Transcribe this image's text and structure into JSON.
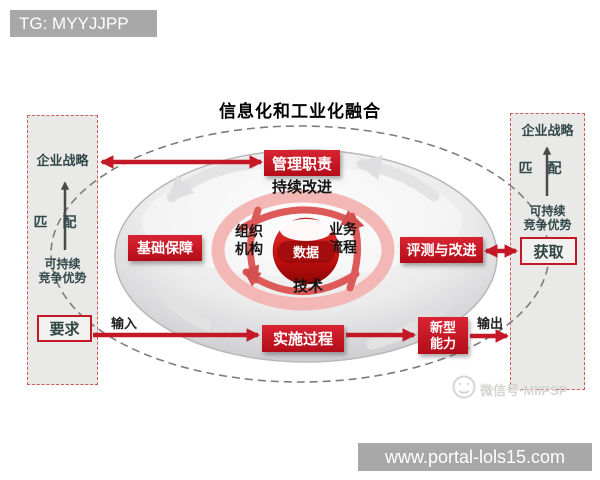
{
  "top_banner": {
    "text": "TG: MYYJJPP"
  },
  "title": "信息化和工业化融合",
  "left_panel": {
    "strategy": "企业战略",
    "match": "匹配",
    "advantage_line1": "可持续",
    "advantage_line2": "竞争优势",
    "requirement": "要求"
  },
  "right_panel": {
    "strategy": "企业战略",
    "match": "匹配",
    "advantage_line1": "可持续",
    "advantage_line2": "竞争优势",
    "acquire": "获取"
  },
  "boxes": {
    "management": "管理职责",
    "foundation": "基础保障",
    "evaluation": "评测与改进",
    "implementation": "实施过程",
    "capability_line1": "新型",
    "capability_line2": "能力"
  },
  "core": {
    "continuous": "持续改进",
    "org_line1": "组织",
    "org_line2": "机构",
    "biz_line1": "业务",
    "biz_line2": "流程",
    "tech": "技术",
    "data": "数据"
  },
  "flow": {
    "input": "输入",
    "output": "输出"
  },
  "watermark": "微信号·MIIPSP",
  "bottom_banner": {
    "url": "www.portal-lols15.com"
  },
  "colors": {
    "accent_red": "#c41826",
    "banner_gray": "#a8a8a8",
    "panel_bg": "#e9e9e7"
  }
}
